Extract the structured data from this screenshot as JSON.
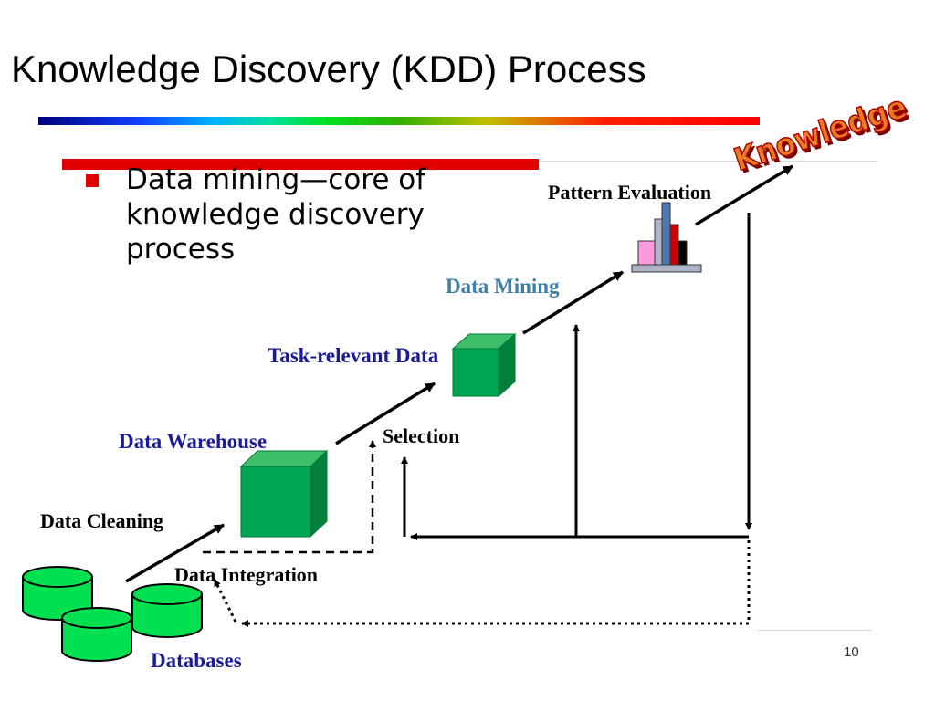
{
  "slide": {
    "title": "Knowledge Discovery (KDD) Process",
    "bullet": "Data mining—core of knowledge discovery process",
    "page_number": "10",
    "knowledge_logo": "Knowledge"
  },
  "diagram": {
    "labels": {
      "pattern_evaluation": "Pattern Evaluation",
      "data_mining": "Data Mining",
      "task_relevant_data": "Task-relevant Data",
      "selection": "Selection",
      "data_warehouse": "Data Warehouse",
      "data_cleaning": "Data Cleaning",
      "data_integration": "Data Integration",
      "databases": "Databases"
    },
    "colors": {
      "cube_green": "#00a651",
      "cylinder_green": "#00e050",
      "logo_orange": "#e87d1e",
      "logo_red": "#b00000"
    }
  }
}
